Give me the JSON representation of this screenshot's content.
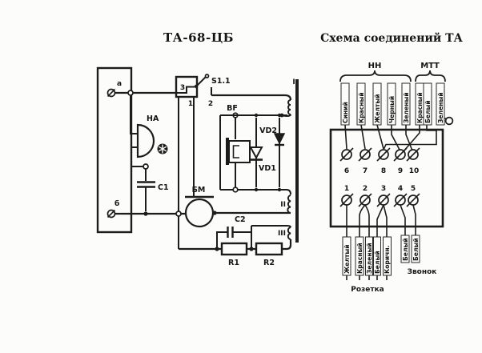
{
  "left": {
    "title": "ТА-68-ЦБ",
    "terminal_a": "а",
    "terminal_b": "б",
    "ha": "НА",
    "c1": "С1",
    "s11": "S1.1",
    "contact3": "3",
    "contact1": "1",
    "contact2": "2",
    "bf": "BF",
    "vd1": "VD1",
    "vd2": "VD2",
    "bm": "БМ",
    "c2": "С2",
    "r1": "R1",
    "r2": "R2",
    "winding1": "I",
    "winding2": "II",
    "winding3": "III"
  },
  "right": {
    "title": "Схема соединений ТА",
    "group_nn": "НН",
    "group_mtt": "МТТ",
    "top_wires": [
      {
        "label": "Синий"
      },
      {
        "label": "Красный"
      },
      {
        "label": "Желтый"
      },
      {
        "label": "Черный"
      },
      {
        "label": "Зеленый"
      },
      {
        "label": "Красный"
      },
      {
        "label": "Белый"
      },
      {
        "label": "Зеленый"
      }
    ],
    "top_terminals": [
      "6",
      "7",
      "8",
      "9",
      "10"
    ],
    "bottom_terminals": [
      "1",
      "2",
      "3",
      "4",
      "5"
    ],
    "bottom_wires": [
      {
        "label": "Желтый"
      },
      {
        "label": "Красный"
      },
      {
        "label": "Зеленый"
      },
      {
        "label": "Белый"
      },
      {
        "label": "Коричн."
      }
    ],
    "bell_wires": [
      {
        "label": "Белый"
      },
      {
        "label": "Белый"
      }
    ],
    "caption_socket": "Розетка",
    "caption_bell": "Звонок"
  },
  "colors": {
    "ink": "#1c1c1c",
    "paper": "#fcfcfb"
  }
}
